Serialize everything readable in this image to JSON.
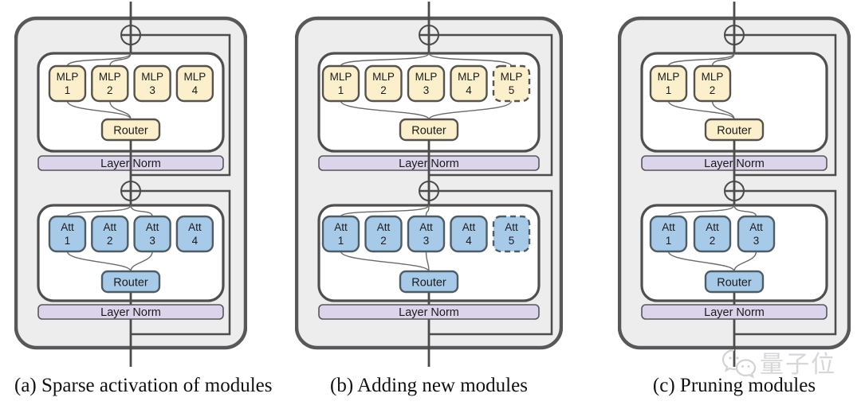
{
  "figure": {
    "title": "Modular transformer layer diagram",
    "colors": {
      "page_bg": "#ffffff",
      "panel_fill": "#EDEDED",
      "panel_border": "#58585A",
      "inner_box_fill": "#FFFFFF",
      "inner_box_border": "#4F4F51",
      "mlp_fill": "#FBF0CB",
      "mlp_border": "#55534C",
      "att_fill": "#A7CAE9",
      "att_border": "#4E5C66",
      "layer_norm_fill": "#DBD4EB",
      "layer_norm_border": "#56565C",
      "trunk_line": "#4C4C4C",
      "thin_line": "#6A6A6A",
      "text": "#1B1B1B",
      "watermark": "#D7D7D7"
    },
    "panels": [
      {
        "id": "a",
        "caption": "(a) Sparse activation of modules",
        "blocks": [
          {
            "type": "mlp",
            "modules": [
              {
                "name": "MLP",
                "index": "1",
                "dashed": false
              },
              {
                "name": "MLP",
                "index": "2",
                "dashed": false
              },
              {
                "name": "MLP",
                "index": "3",
                "dashed": false
              },
              {
                "name": "MLP",
                "index": "4",
                "dashed": false
              }
            ],
            "active": [
              0,
              1
            ],
            "router_label": "Router",
            "layer_norm_label": "Layer Norm"
          },
          {
            "type": "att",
            "modules": [
              {
                "name": "Att",
                "index": "1",
                "dashed": false
              },
              {
                "name": "Att",
                "index": "2",
                "dashed": false
              },
              {
                "name": "Att",
                "index": "3",
                "dashed": false
              },
              {
                "name": "Att",
                "index": "4",
                "dashed": false
              }
            ],
            "active": [
              0,
              2
            ],
            "router_label": "Router",
            "layer_norm_label": "Layer Norm"
          }
        ]
      },
      {
        "id": "b",
        "caption": "(b) Adding new modules",
        "blocks": [
          {
            "type": "mlp",
            "modules": [
              {
                "name": "MLP",
                "index": "1",
                "dashed": false
              },
              {
                "name": "MLP",
                "index": "2",
                "dashed": false
              },
              {
                "name": "MLP",
                "index": "3",
                "dashed": false
              },
              {
                "name": "MLP",
                "index": "4",
                "dashed": false
              },
              {
                "name": "MLP",
                "index": "5",
                "dashed": true
              }
            ],
            "active": [
              0,
              4
            ],
            "router_label": "Router",
            "layer_norm_label": "Layer Norm"
          },
          {
            "type": "att",
            "modules": [
              {
                "name": "Att",
                "index": "1",
                "dashed": false
              },
              {
                "name": "Att",
                "index": "2",
                "dashed": false
              },
              {
                "name": "Att",
                "index": "3",
                "dashed": false
              },
              {
                "name": "Att",
                "index": "4",
                "dashed": false
              },
              {
                "name": "Att",
                "index": "5",
                "dashed": true
              }
            ],
            "active": [
              0,
              2
            ],
            "router_label": "Router",
            "layer_norm_label": "Layer Norm"
          }
        ]
      },
      {
        "id": "c",
        "caption": "(c) Pruning modules",
        "blocks": [
          {
            "type": "mlp",
            "modules": [
              {
                "name": "MLP",
                "index": "1",
                "dashed": false
              },
              {
                "name": "MLP",
                "index": "2",
                "dashed": false
              }
            ],
            "active": [
              0,
              1
            ],
            "router_label": "Router",
            "layer_norm_label": "Layer Norm"
          },
          {
            "type": "att",
            "modules": [
              {
                "name": "Att",
                "index": "1",
                "dashed": false
              },
              {
                "name": "Att",
                "index": "2",
                "dashed": false
              },
              {
                "name": "Att",
                "index": "3",
                "dashed": false
              }
            ],
            "active": [
              0,
              2
            ],
            "router_label": "Router",
            "layer_norm_label": "Layer Norm"
          }
        ]
      }
    ],
    "watermark": {
      "icon": "wechat-icon",
      "text": "量子位"
    }
  }
}
